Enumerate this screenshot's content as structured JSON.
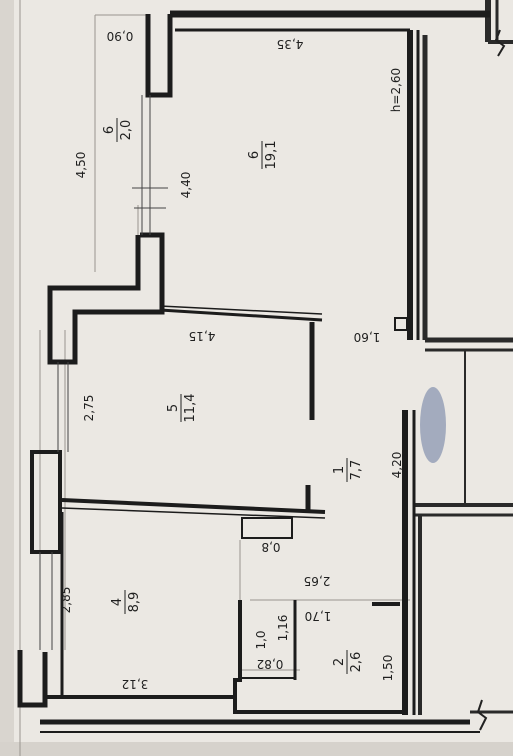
{
  "plan": {
    "height_note": "h=2,60",
    "rooms": [
      {
        "number": "6",
        "area": "19,1"
      },
      {
        "number": "6",
        "area": "2,0"
      },
      {
        "number": "5",
        "area": "11,4"
      },
      {
        "number": "1",
        "area": "7,7"
      },
      {
        "number": "4",
        "area": "8,9"
      },
      {
        "number": "2",
        "area": "2,6"
      }
    ],
    "dimensions": {
      "d_0_90": "0,90",
      "d_4_35": "4,35",
      "d_4_50": "4,50",
      "d_4_40": "4,40",
      "d_4_15": "4,15",
      "d_1_60": "1,60",
      "d_2_75": "2,75",
      "d_4_20": "4,20",
      "d_0_8": "0,8",
      "d_2_85": "2,85",
      "d_2_65": "2,65",
      "d_1_70": "1,70",
      "d_1_0": "1,0",
      "d_1_16": "1,16",
      "d_0_82": "0,82",
      "d_1_50": "1,50",
      "d_3_12": "3,12"
    }
  }
}
